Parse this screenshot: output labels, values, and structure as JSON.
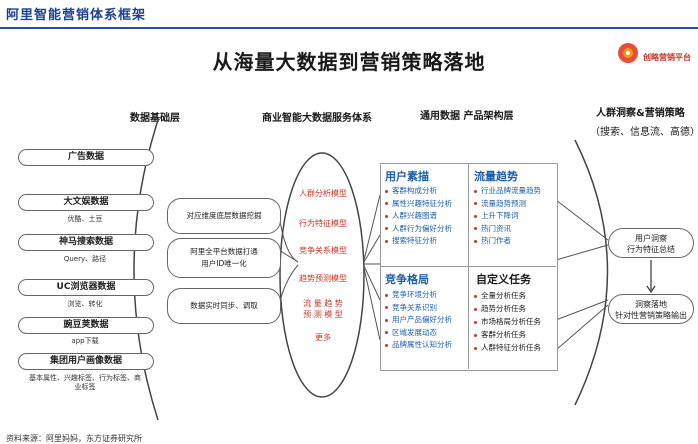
{
  "header": {
    "page_title": "阿里智能营销体系框架"
  },
  "diagram": {
    "title": "从海量大数据到营销策略落地",
    "logo_text": "创略营销平台",
    "columns": {
      "data_base": "数据基础层",
      "service": "商业智能大数据服务体系",
      "product": "通用数据 产品架构层",
      "strategy_line1": "人群洞察&营销策略",
      "strategy_line2": "（搜索、信息流、高德）"
    },
    "sources": [
      {
        "label": "广告数据",
        "sub": ""
      },
      {
        "label": "大文娱数据",
        "sub": "优酷、土豆"
      },
      {
        "label": "神马搜索数据",
        "sub": "Query、路径"
      },
      {
        "label": "UC浏览器数据",
        "sub": "浏览、转化"
      },
      {
        "label": "豌豆荚数据",
        "sub": "app下载"
      },
      {
        "label": "集团用户画像数据",
        "sub": "基本属性、兴趣标签、行为标签、商业标签"
      }
    ],
    "processes": [
      {
        "line1": "对应维度底层数据挖掘",
        "line2": ""
      },
      {
        "line1": "阿里全平台数据打通",
        "line2": "用户ID唯一化"
      },
      {
        "line1": "数据实时同步、调取",
        "line2": ""
      }
    ],
    "models": [
      "人群分析模型",
      "行为特征模型",
      "竞争关系模型",
      "趋势预测模型",
      "流 量 趋 势",
      "预 测 模 型",
      "更多"
    ],
    "products": {
      "user_profile": {
        "title": "用户素描",
        "items": [
          "客群构成分析",
          "属性兴趣特征分析",
          "人群兴趣图谱",
          "人群行为偏好分析",
          "搜索特征分析"
        ]
      },
      "traffic_trend": {
        "title": "流量趋势",
        "items": [
          "行业品牌流量趋势",
          "流量趋势预测",
          "上升下降词",
          "热门资讯",
          "热门作者"
        ]
      },
      "competition": {
        "title": "竞争格局",
        "items": [
          "竞争环境分析",
          "竞争关系识别",
          "用户产品偏好分析",
          "区域发展动态",
          "品牌属性认知分析"
        ]
      },
      "custom_tasks": {
        "title": "自定义任务",
        "items": [
          "全量分析任务",
          "趋势分析任务",
          "市场格局分析任务",
          "客群分析任务",
          "人群特征分析任务"
        ]
      }
    },
    "outputs": [
      {
        "line1": "用户洞察",
        "line2": "行为特征总结"
      },
      {
        "line1": "洞察落地",
        "line2": "针对性营销策略输出"
      }
    ]
  },
  "footer": {
    "source": "资料来源：阿里妈妈，东方证券研究所"
  },
  "colors": {
    "accent_blue": "#1f5fa8",
    "accent_red": "#c0392b",
    "title_blue": "#1f3f8f"
  }
}
